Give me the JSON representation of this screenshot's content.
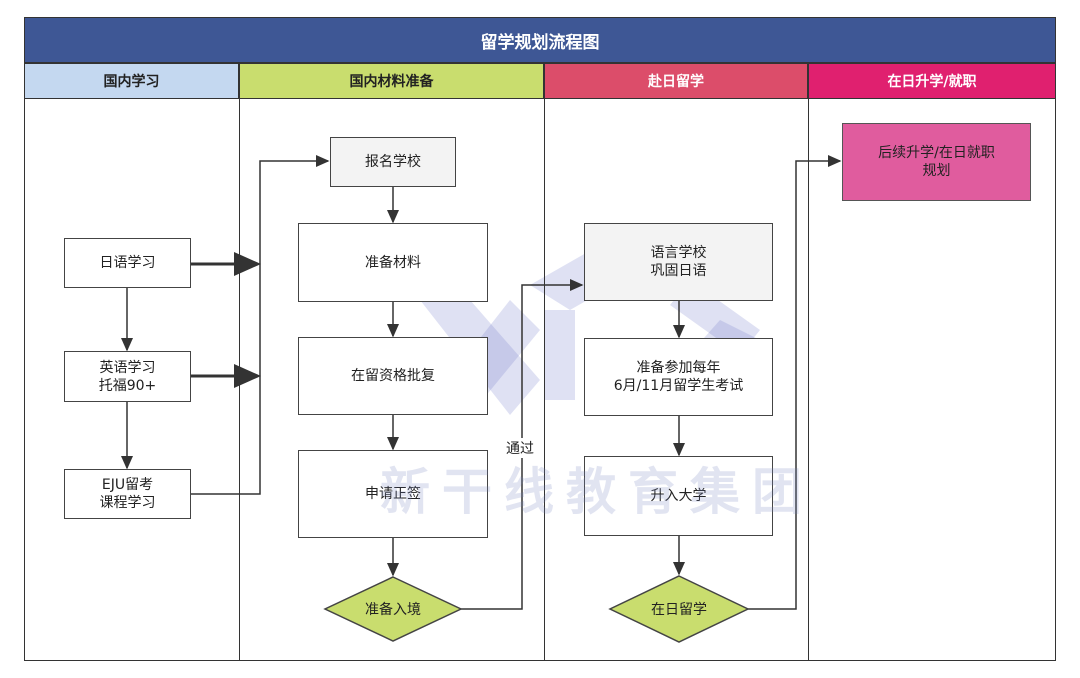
{
  "title": "留学规划流程图",
  "lanes": [
    {
      "label": "国内学习",
      "color": "#c4d8f0"
    },
    {
      "label": "国内材料准备",
      "color": "#c9dd6e"
    },
    {
      "label": "赴日留学",
      "color": "#dc4d6a"
    },
    {
      "label": "在日升学/就职",
      "color": "#e0206f"
    }
  ],
  "nodes": {
    "japanese": "日语学习",
    "english": "英语学习\n托福90+",
    "eju": "EJU留考\n课程学习",
    "apply": "报名学校",
    "materials": "准备材料",
    "visa_status": "在留资格批复",
    "visa": "申请正签",
    "entry": "准备入境",
    "lang_school": "语言学校\n巩固日语",
    "exam": "准备参加每年\n6月/11月留学生考试",
    "university": "升入大学",
    "study_jp": "在日留学",
    "future": "后续升学/在日就职\n规划"
  },
  "edge_label_pass": "通过",
  "watermark": "新干线教育集团"
}
